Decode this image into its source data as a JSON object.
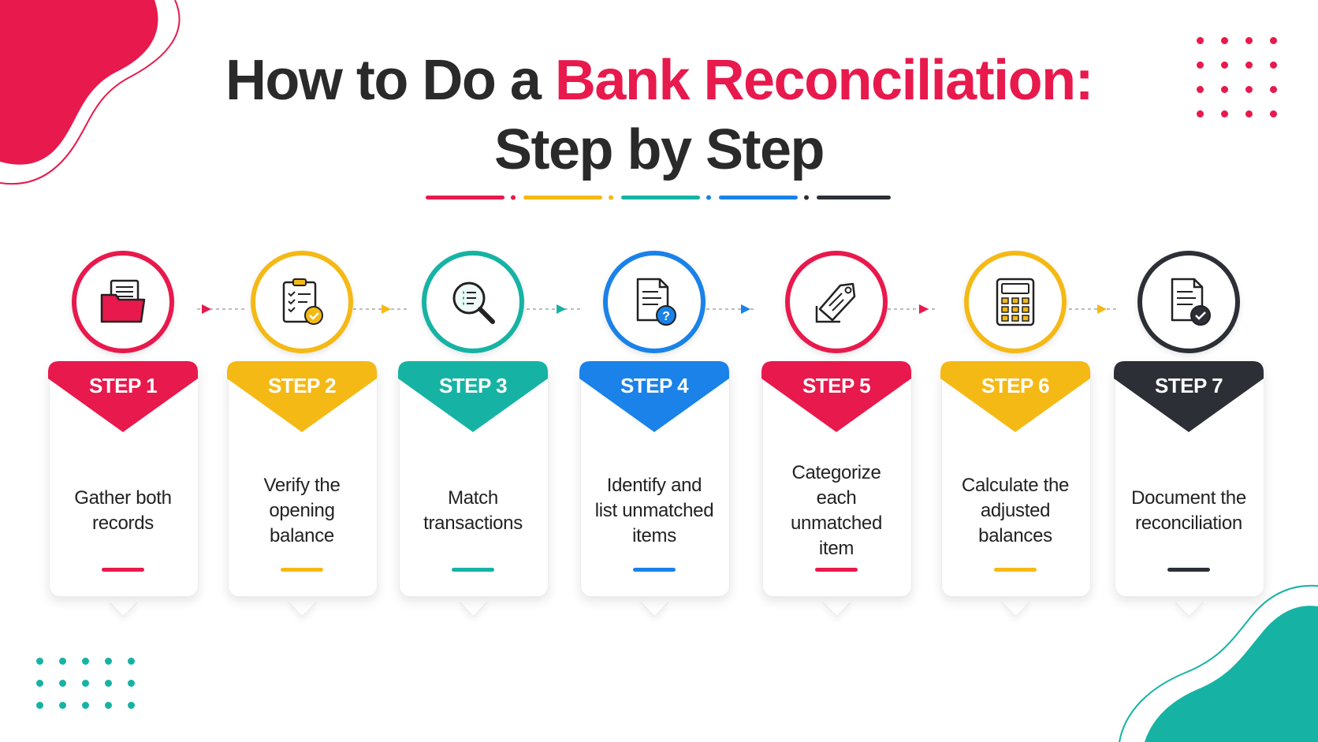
{
  "title": {
    "line1_prefix": "How to Do a ",
    "line1_accent": "Bank Reconciliation:",
    "line2": "Step by Step"
  },
  "colors": {
    "red": "#e8194c",
    "yellow": "#f5b915",
    "teal": "#16b3a4",
    "blue": "#1a82e8",
    "dark": "#2c2f36",
    "title_text": "#2a2a2a"
  },
  "steps": [
    {
      "label": "STEP 1",
      "text": "Gather both\nrecords",
      "color": "#e8194c",
      "icon": "folder-icon"
    },
    {
      "label": "STEP 2",
      "text": "Verify the\nopening\nbalance",
      "color": "#f5b915",
      "icon": "clipboard-check-icon"
    },
    {
      "label": "STEP 3",
      "text": "Match\ntransactions",
      "color": "#16b3a4",
      "icon": "magnifier-icon"
    },
    {
      "label": "STEP 4",
      "text": "Identify and\nlist unmatched\nitems",
      "color": "#1a82e8",
      "icon": "document-question-icon"
    },
    {
      "label": "STEP 5",
      "text": "Categorize\neach\nunmatched\nitem",
      "color": "#e8194c",
      "icon": "tag-icon"
    },
    {
      "label": "STEP 6",
      "text": "Calculate the\nadjusted\nbalances",
      "color": "#f5b915",
      "icon": "calculator-icon"
    },
    {
      "label": "STEP 7",
      "text": "Document the\nreconciliation",
      "color": "#2c2f36",
      "icon": "document-check-icon"
    }
  ]
}
